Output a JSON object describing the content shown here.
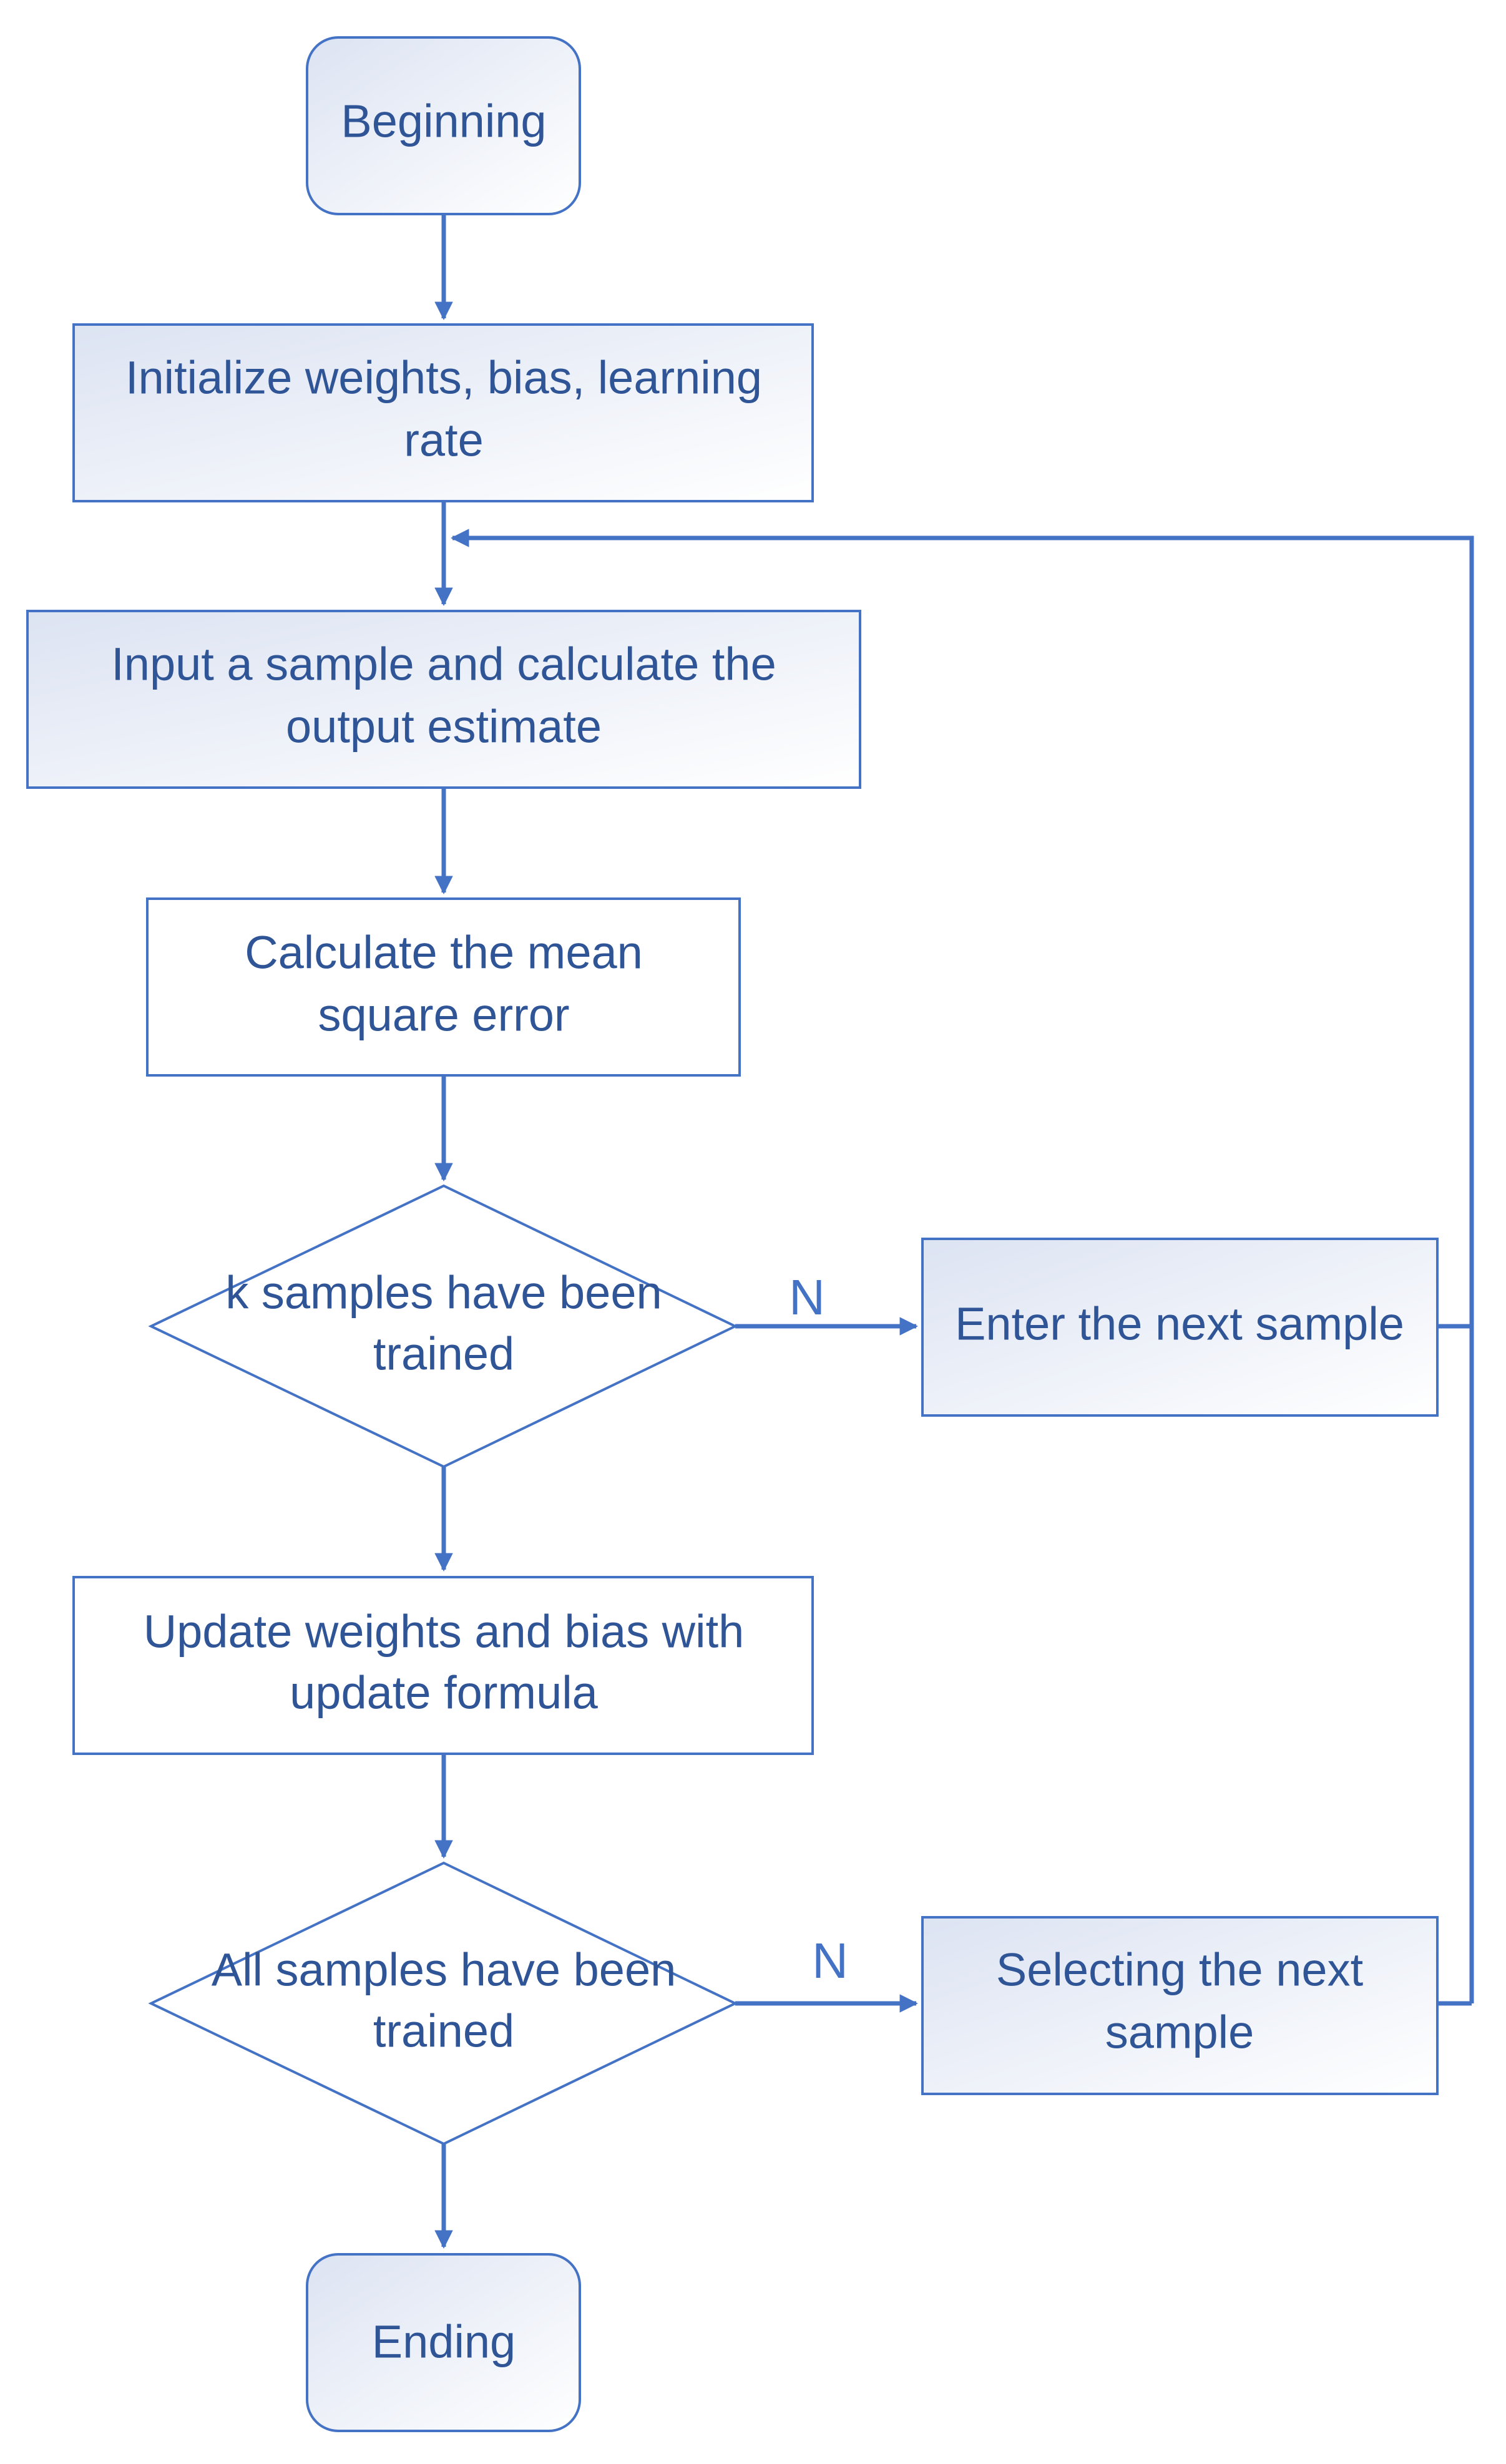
{
  "colors": {
    "stroke": "#4472C4",
    "text": "#2F5597",
    "fill_light": "#FFFFFF",
    "fill_grad": "#DCE3F2"
  },
  "flowchart": {
    "start": {
      "label": "Beginning"
    },
    "init": {
      "line1": "Initialize weights, bias, learning",
      "line2": "rate"
    },
    "input": {
      "line1": "Input a sample and calculate the",
      "line2": "output estimate"
    },
    "mse": {
      "line1": "Calculate the mean",
      "line2": "square error"
    },
    "decision_k": {
      "line1": "k samples have been",
      "line2": "trained",
      "no_label": "N"
    },
    "next_sample": {
      "label": "Enter the next sample"
    },
    "update": {
      "line1": "Update weights and bias with",
      "line2": "update formula"
    },
    "decision_all": {
      "line1": "All samples have been",
      "line2": "trained",
      "no_label": "N"
    },
    "select_next": {
      "line1": "Selecting the next",
      "line2": "sample"
    },
    "end": {
      "label": "Ending"
    }
  }
}
